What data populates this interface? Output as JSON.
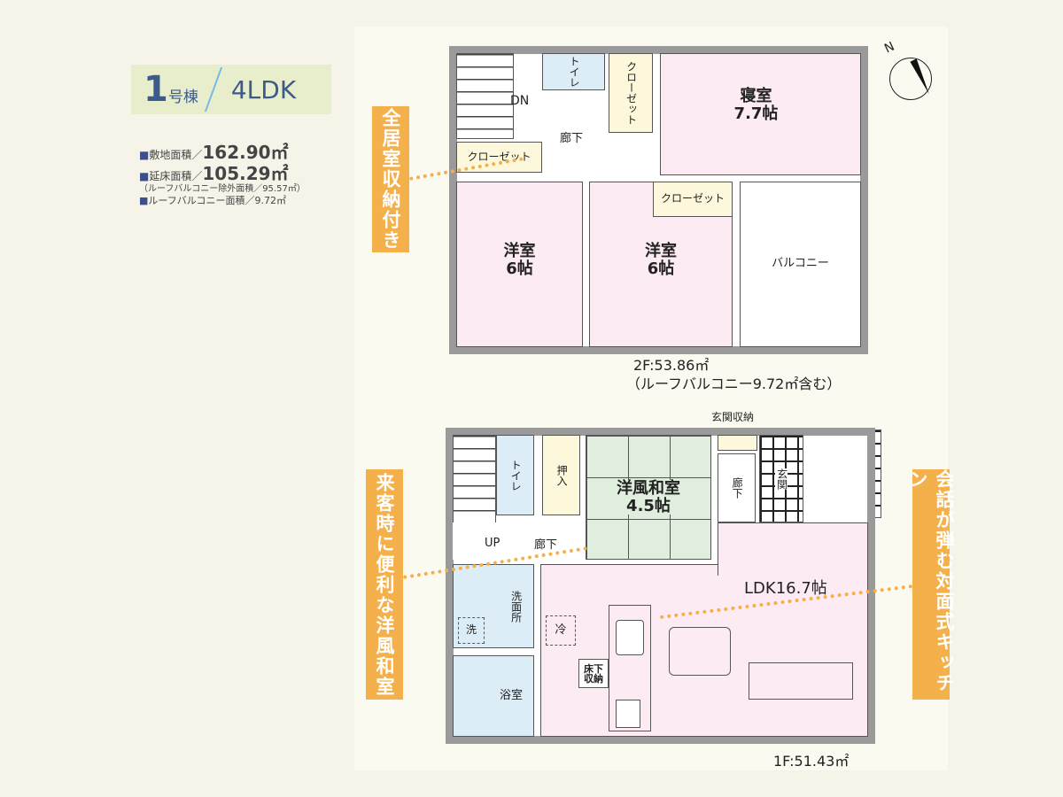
{
  "header": {
    "building_number": "1",
    "building_suffix": "号棟",
    "layout": "4LDK"
  },
  "specs": [
    {
      "label": "敷地面積／",
      "value": "162.90㎡"
    },
    {
      "label": "延床面積／",
      "value": "105.29㎡"
    },
    {
      "note": "（ルーフバルコニー除外面積／95.57㎡）"
    },
    {
      "label": "ルーフバルコニー面積／",
      "value": "9.72㎡"
    }
  ],
  "callouts": [
    "全居室収納付き",
    "来客時に便利な洋風和室",
    "会話が弾む対面式キッチン"
  ],
  "compass": "N",
  "floor2": {
    "rooms": {
      "dn": "DN",
      "toilet": "トイレ",
      "closet1": "クローゼット",
      "bedroom": "寝室",
      "bedroom_size": "7.7帖",
      "hall": "廊下",
      "closet2": "クローゼット",
      "western1": "洋室",
      "western1_size": "6帖",
      "western2": "洋室",
      "western2_size": "6帖",
      "closet3": "クローゼット",
      "balcony": "バルコニー"
    },
    "area": "2F:53.86㎡",
    "area_note": "（ルーフバルコニー9.72㎡含む）"
  },
  "floor1": {
    "rooms": {
      "toilet": "トイレ",
      "oshiire": "押入",
      "washitsu": "洋風和室",
      "washitsu_size": "4.5帖",
      "genkan_storage": "玄関収納",
      "hall_small": "廊下",
      "genkan": "玄関",
      "up": "UP",
      "hall": "廊下",
      "washroom": "洗面所",
      "washer": "洗",
      "bath": "浴室",
      "ldk": "LDK16.7帖",
      "fridge": "冷",
      "underfloor": "床下収納"
    },
    "area": "1F:51.43㎡"
  }
}
